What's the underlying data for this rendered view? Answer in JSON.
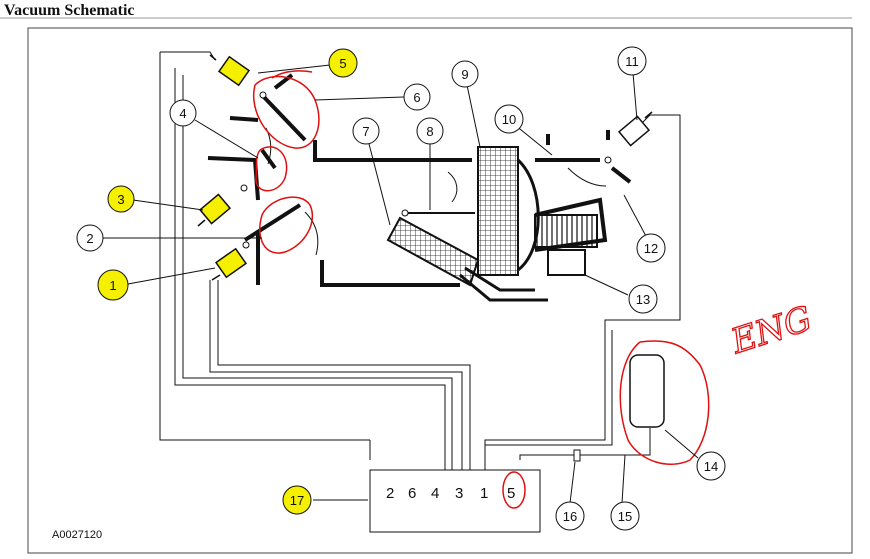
{
  "title": "Vacuum Schematic",
  "figure_code": "A0027120",
  "handwritten_note": "ENG",
  "callouts": [
    "1",
    "2",
    "3",
    "4",
    "5",
    "6",
    "7",
    "8",
    "9",
    "10",
    "11",
    "12",
    "13",
    "14",
    "15",
    "16",
    "17"
  ],
  "manifold_ports": [
    "2",
    "6",
    "4",
    "3",
    "1",
    "5"
  ],
  "colors": {
    "line": "#111111",
    "highlight": "#f5f000",
    "annotation": "#e01010",
    "frame": "#444444"
  }
}
